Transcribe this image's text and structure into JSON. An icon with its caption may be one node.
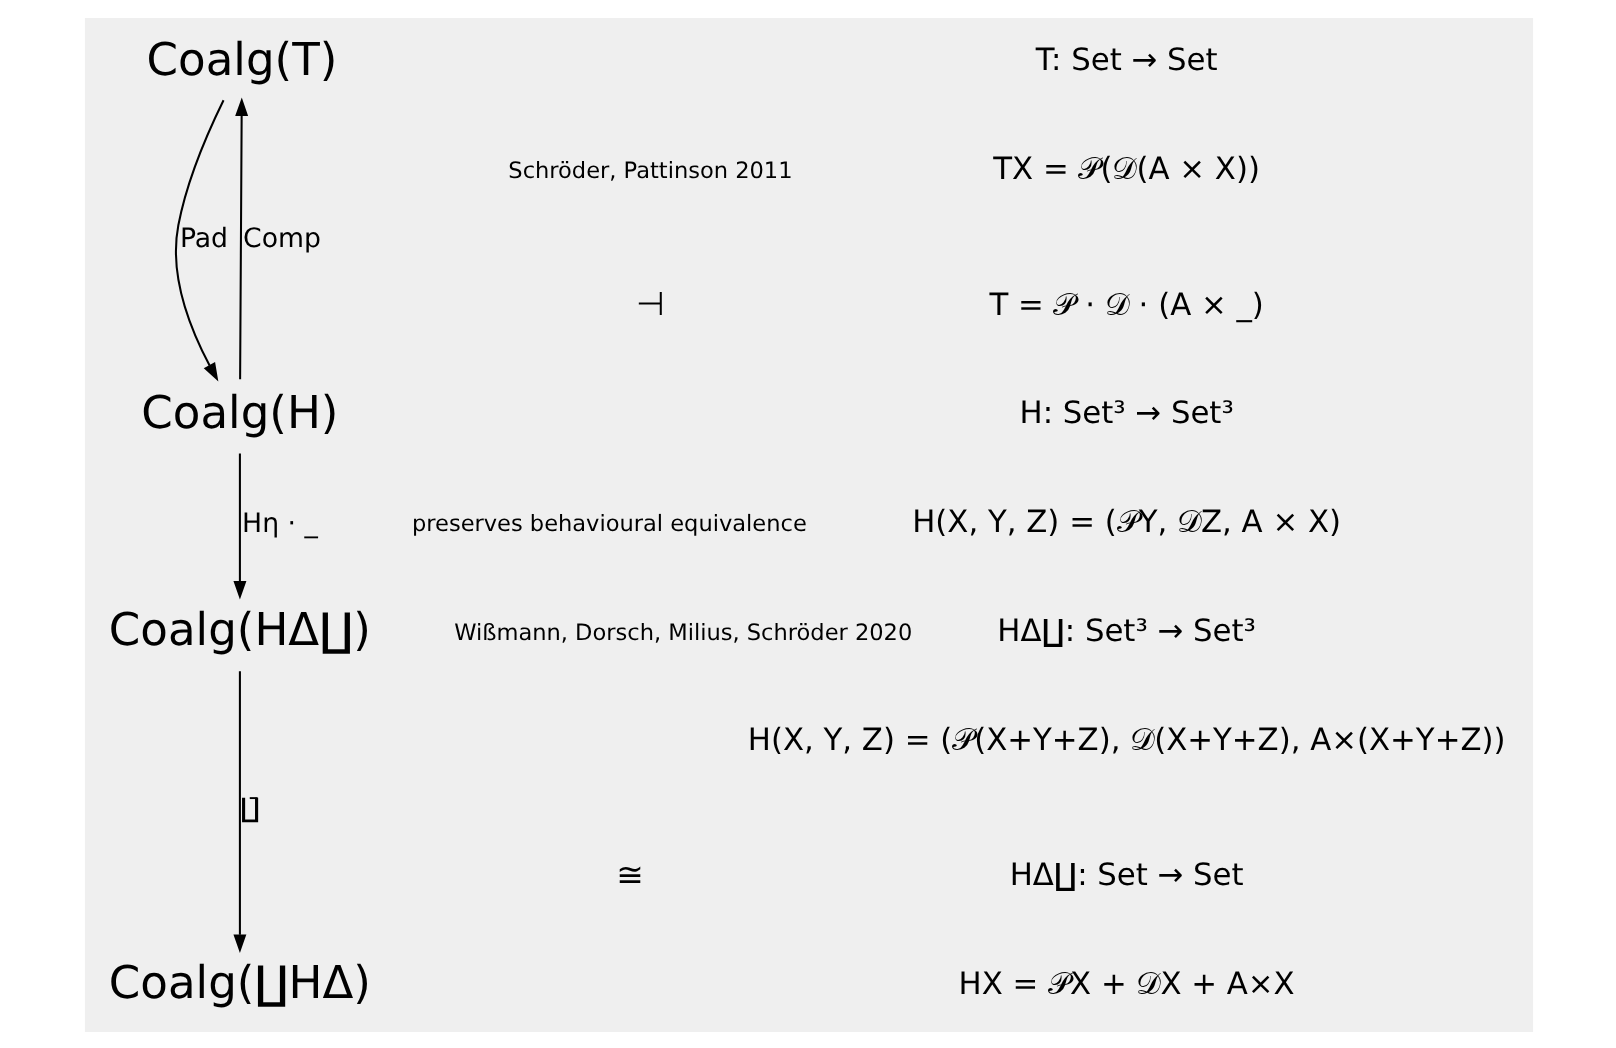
{
  "diagram": {
    "nodes": [
      {
        "text": [
          "Coalg(T)"
        ]
      },
      {
        "text": [
          "Coalg(H)"
        ]
      },
      {
        "text": [
          "Coalg(HΔ∐)"
        ]
      },
      {
        "text": [
          "Coalg(∐HΔ)"
        ]
      }
    ],
    "edges": [
      {
        "from": 1,
        "to": 0,
        "arrow": "to",
        "label": "Comp"
      },
      {
        "from": 0,
        "to": 1,
        "arrow": "to",
        "label": "Pad"
      },
      {
        "from": 1,
        "to": 2,
        "arrow": "to",
        "label": "Hη · _"
      },
      {
        "from": 2,
        "to": 3,
        "arrow": "to",
        "label": "∐̄"
      }
    ],
    "labels": [
      "Schröder, Pattinson 2011",
      "Wißmann, Dorsch, Milius, Schröder 2020",
      "⊣",
      "preserves behavioural equivalence",
      "≅",
      "T: Set → Set",
      "TX = 𝒫(𝒟(A × X))",
      "T = 𝒫 · 𝒟 · (A × _)",
      "H: Set³ → Set³",
      "H(X, Y, Z) = (𝒫Y, 𝒟Z, A × X)",
      "HΔ∐: Set³ → Set³",
      "H(X, Y, Z) = (𝒫(X+Y+Z), 𝒟(X+Y+Z), A×(X+Y+Z))",
      "HΔ∐: Set → Set",
      "HX = 𝒫X + 𝒟X + A×X"
    ]
  }
}
